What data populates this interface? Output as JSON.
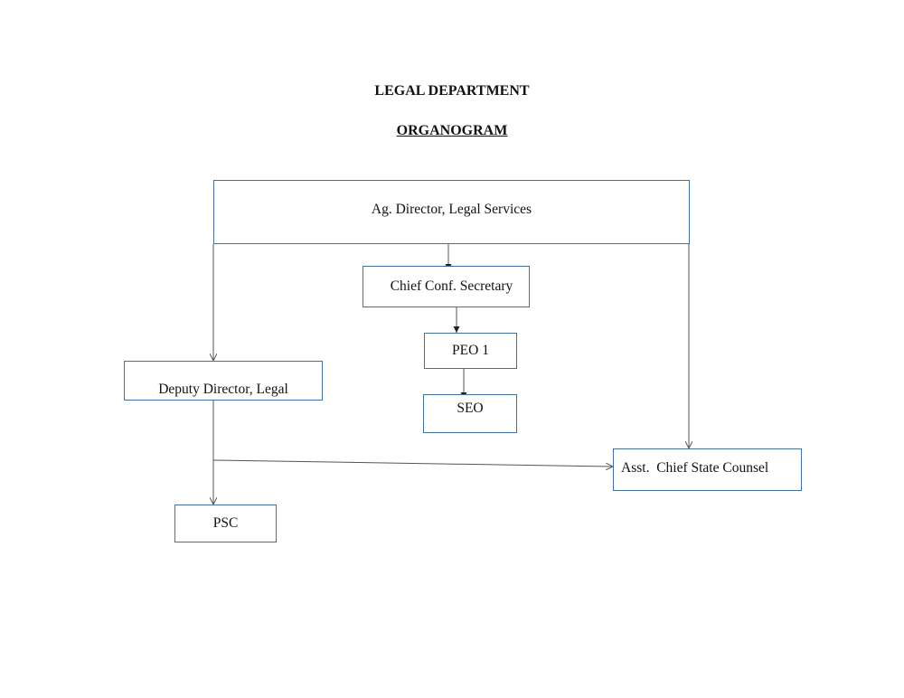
{
  "header": {
    "title": "LEGAL DEPARTMENT",
    "subtitle": "ORGANOGRAM"
  },
  "nodes": {
    "director": "Ag. Director, Legal Services",
    "chief_conf_secretary": "Chief Conf. Secretary",
    "peo": "PEO 1",
    "seo": "SEO",
    "deputy_director": "Deputy Director, Legal",
    "asst_chief_state_counsel": "Asst.  Chief State Counsel",
    "psc": "PSC"
  },
  "colors": {
    "box_border": "#41719c",
    "connector": "#555555"
  }
}
